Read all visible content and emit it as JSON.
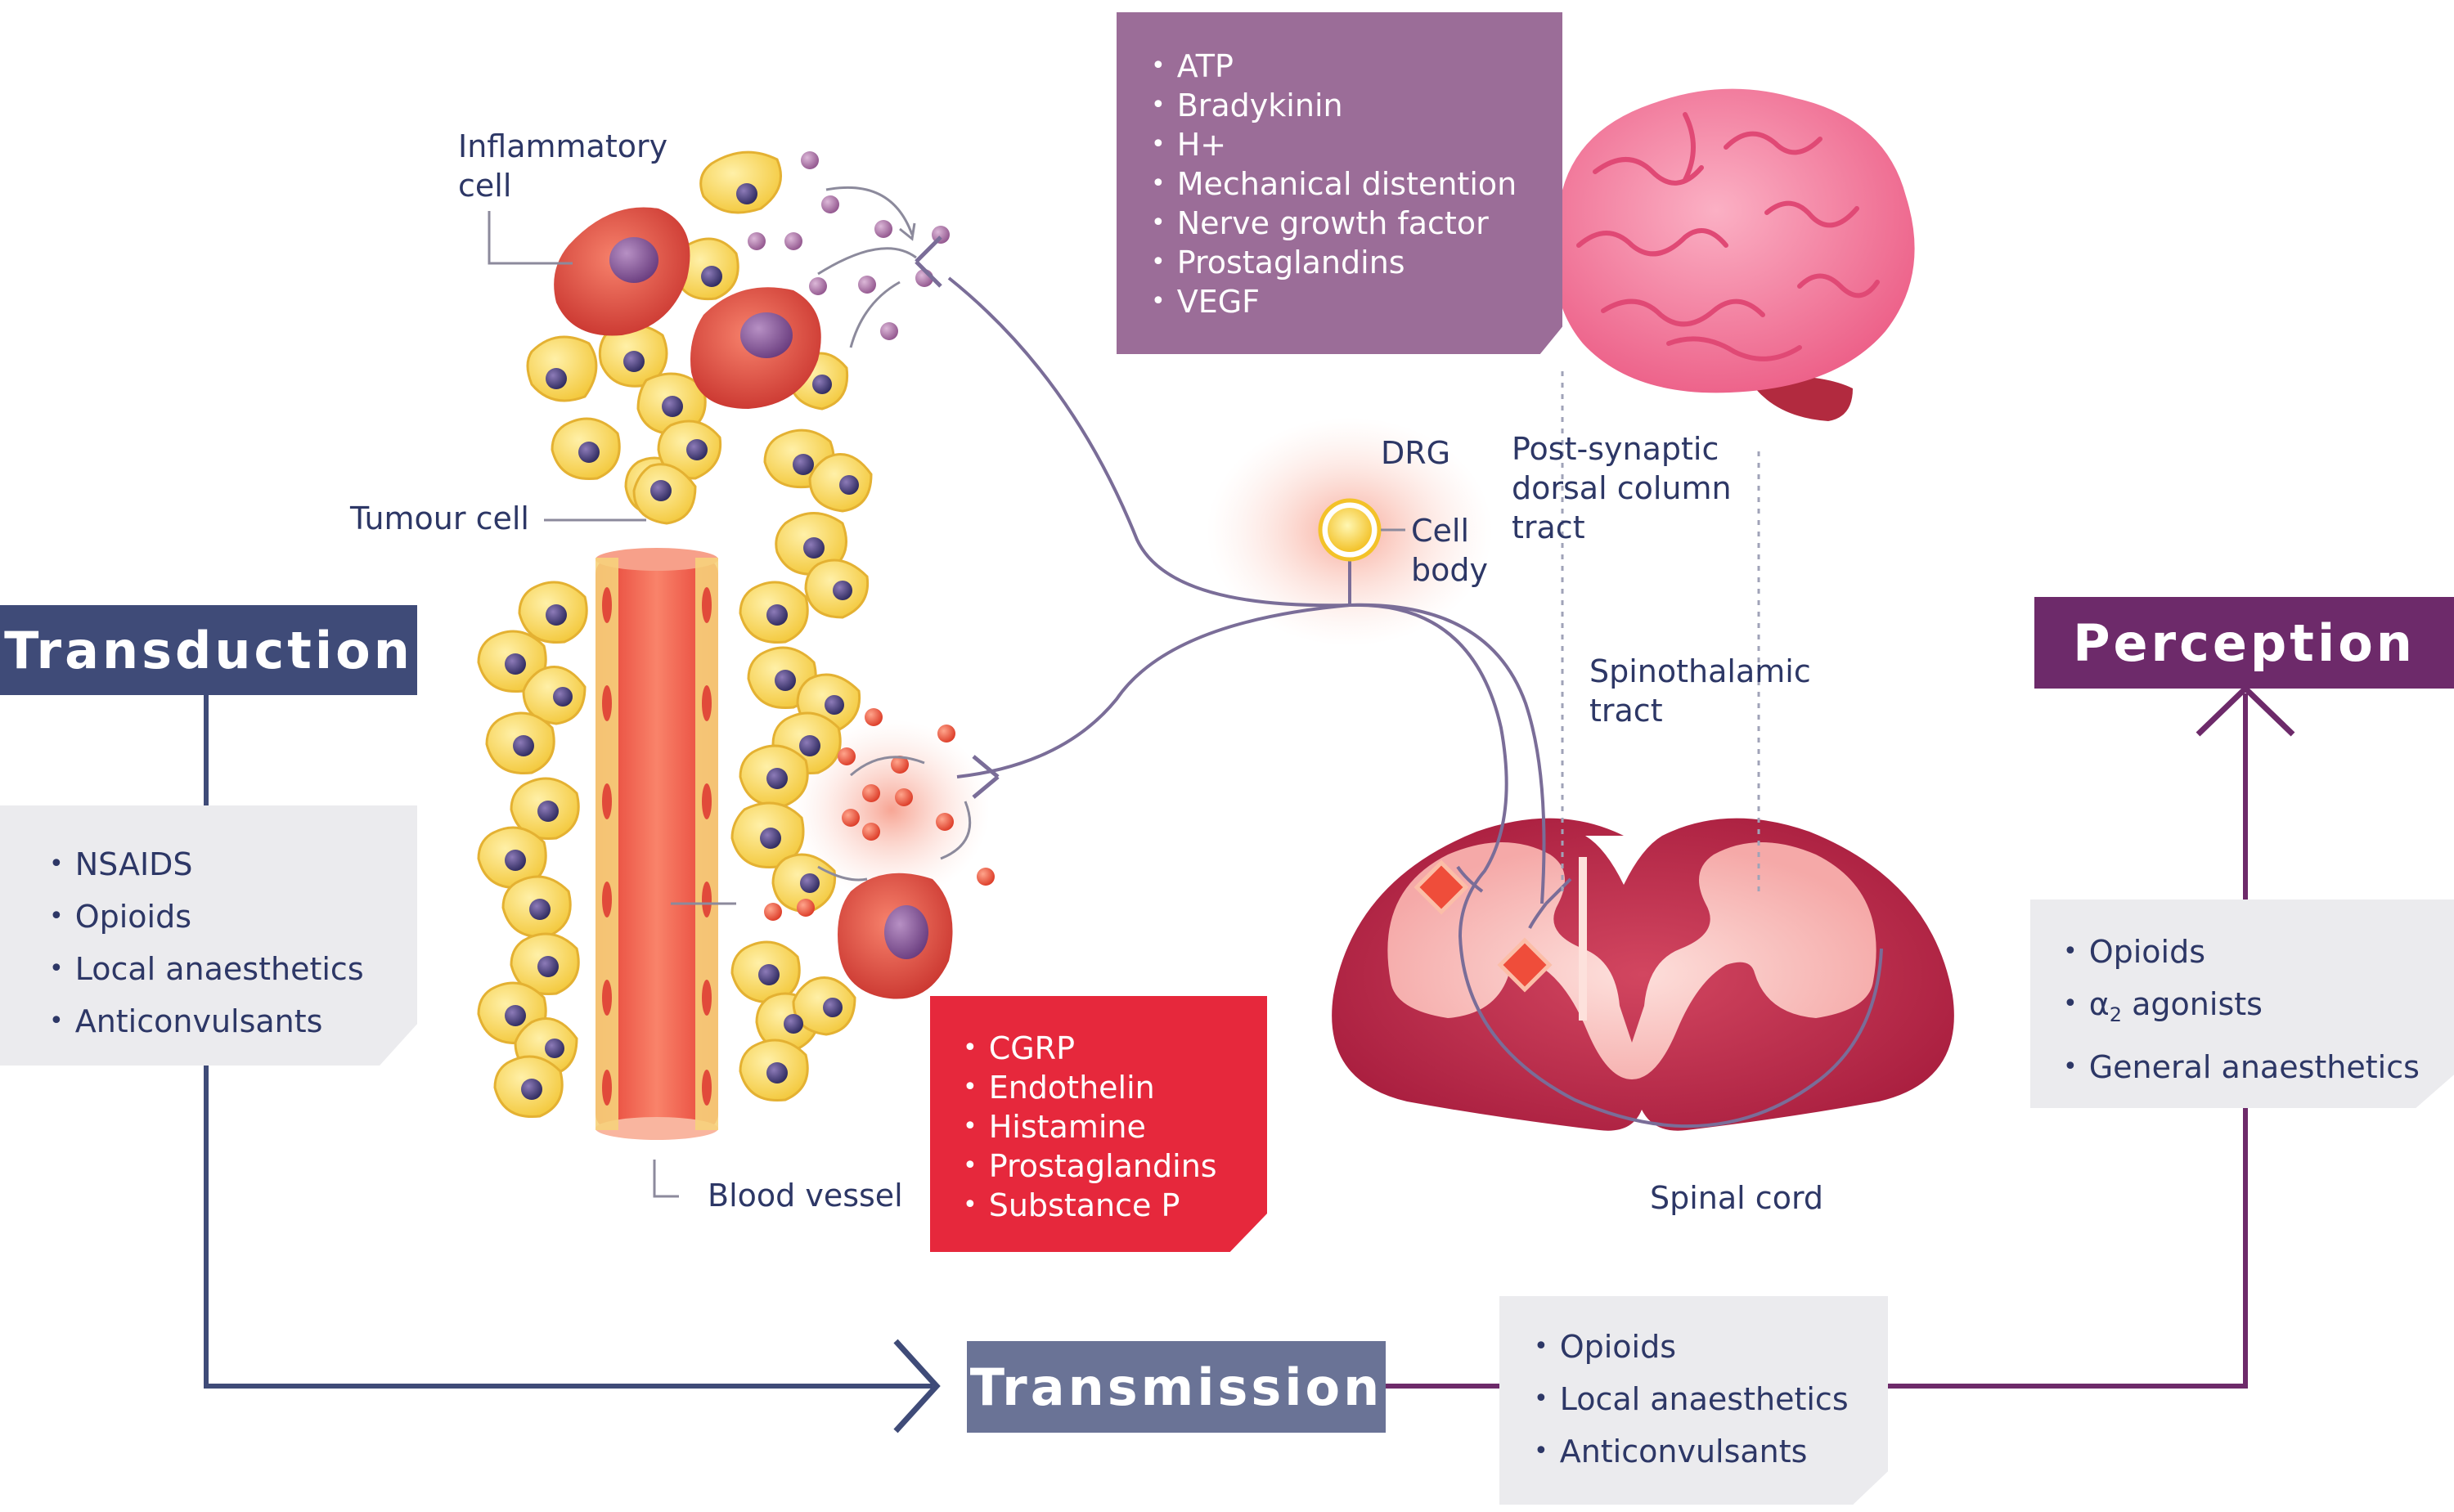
{
  "stages": {
    "transduction": "Transduction",
    "transmission": "Transmission",
    "perception": "Perception"
  },
  "labels": {
    "inflammatory_cell": "Inflammatory",
    "inflammatory_cell_2": "cell",
    "tumour_cell": "Tumour cell",
    "blood_vessel": "Blood vessel",
    "drg": "DRG",
    "cell_body": "Cell",
    "cell_body_2": "body",
    "post_synaptic_1": "Post-synaptic",
    "post_synaptic_2": "dorsal column",
    "post_synaptic_3": "tract",
    "spinothalamic_1": "Spinothalamic",
    "spinothalamic_2": "tract",
    "spinal_cord": "Spinal cord"
  },
  "transduction_drugs": [
    "NSAIDS",
    "Opioids",
    "Local anaesthetics",
    "Anticonvulsants"
  ],
  "transmission_drugs": [
    "Opioids",
    "Local anaesthetics",
    "Anticonvulsants"
  ],
  "perception_drugs": {
    "opioids": "Opioids",
    "alpha_symbol": "α",
    "alpha_sub": "2",
    "alpha_rest": "agonists",
    "general": "General anaesthetics"
  },
  "purple_mediators": [
    "ATP",
    "Bradykinin",
    "H+",
    "Mechanical distention",
    "Nerve growth factor",
    "Prostaglandins",
    "VEGF"
  ],
  "red_mediators": [
    "CGRP",
    "Endothelin",
    "Histamine",
    "Prostaglandins",
    "Substance P"
  ],
  "colors": {
    "transduction": "#3f4b78",
    "transmission": "#6a7396",
    "perception": "#6d2a6a",
    "drug_box": "#ebebee",
    "purple_box": "#9b6d98",
    "red_box": "#e6283c",
    "text": "#2d3766"
  }
}
